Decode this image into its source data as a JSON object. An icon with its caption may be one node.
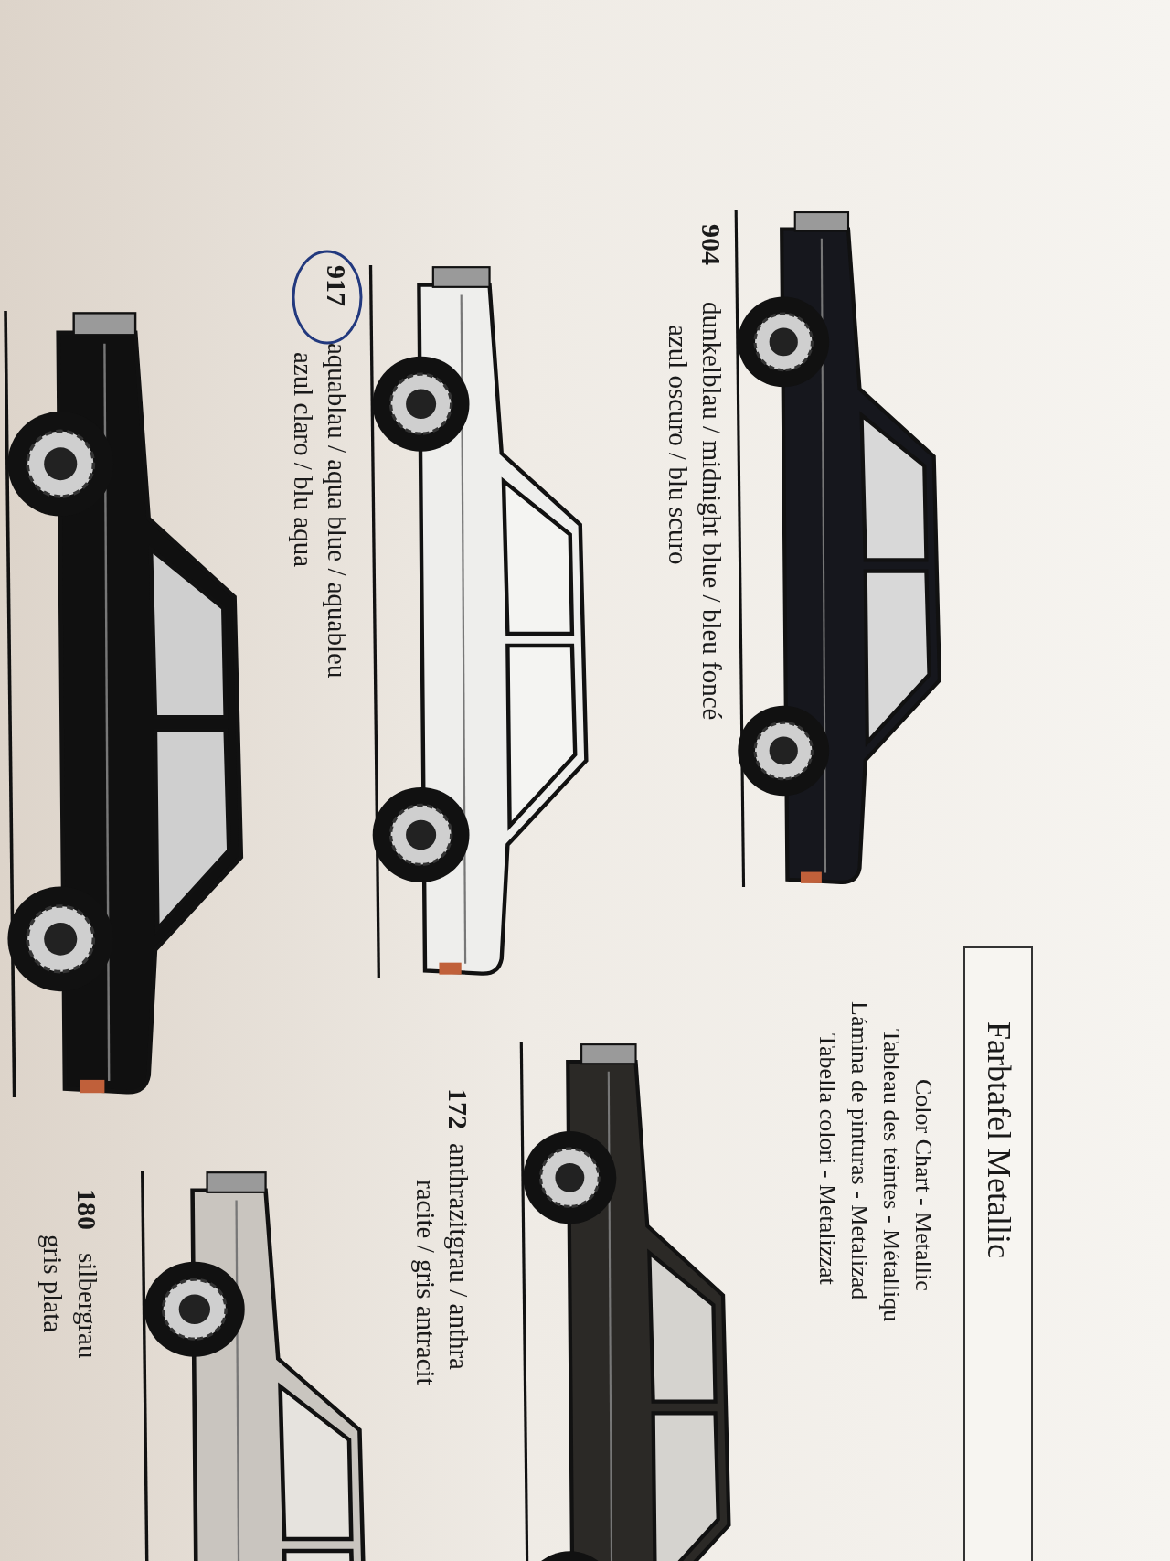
{
  "diagram": {
    "nodes": [
      {
        "text": [
          "Farbtafel Metallic"
        ]
      }
    ],
    "labels": [
      "Color Chart - Metallic",
      "Tableau des teintes - Métalliqu",
      "Lámina de pinturas - Metalizad",
      "Tabella colori - Metalizzat",
      "904",
      "dunkelblau / midnight blue / bleu foncé",
      "azul oscuro / blu scuro",
      "917",
      "aquablau / aqua blue / aquableu",
      "azul claro / blu aqua",
      "172",
      "anthrazitgrau / anthra",
      "racite / gris antracit",
      "180",
      "silbergrau",
      "gris plata"
    ]
  }
}
